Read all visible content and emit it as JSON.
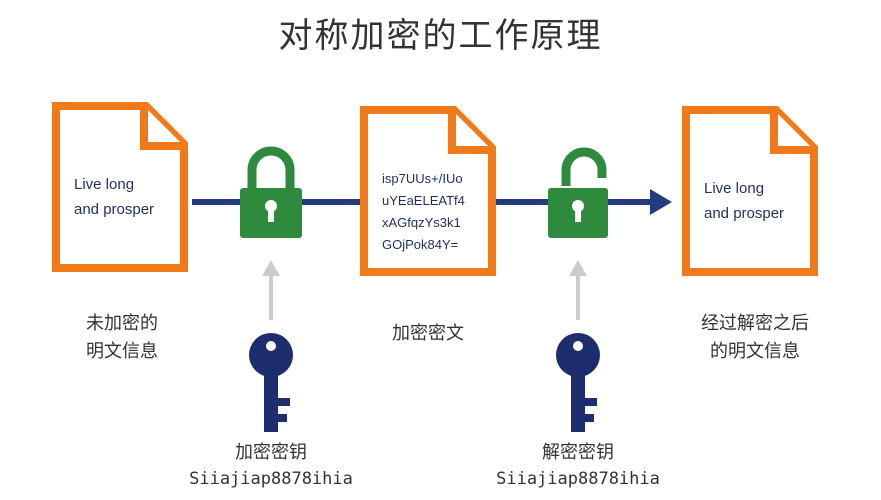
{
  "title": "对称加密的工作原理",
  "plaintext_doc": {
    "line1": "Live long",
    "line2": "and prosper"
  },
  "cipher_doc": {
    "lines": [
      "isp7UUs+/IUo",
      "uYEaELEATf4",
      "xAGfqzYs3k1",
      "GOjPok84Y="
    ]
  },
  "decrypted_doc": {
    "line1": "Live long",
    "line2": "and prosper"
  },
  "captions": {
    "unencrypted_line1": "未加密的",
    "unencrypted_line2": "明文信息",
    "ciphertext": "加密密文",
    "decrypted_line1": "经过解密之后",
    "decrypted_line2": "的明文信息"
  },
  "encrypt_key": {
    "label": "加密密钥",
    "value": "Siiajiap8878ihia"
  },
  "decrypt_key": {
    "label": "解密密钥",
    "value": "Siiajiap8878ihia"
  },
  "colors": {
    "orange": "#f07a1a",
    "navy": "#243c7c",
    "green": "#2e8b3e",
    "key": "#1e2d6e",
    "gray_arrow": "#cccccc"
  }
}
